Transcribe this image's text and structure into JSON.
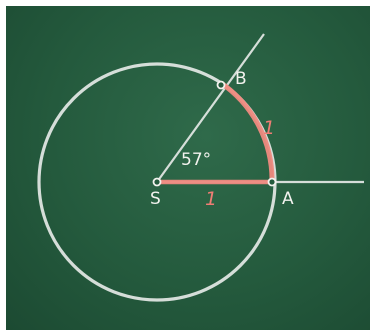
{
  "diagram": {
    "labels": {
      "center": "S",
      "point_a": "A",
      "point_b": "B",
      "angle": "57°",
      "radius_length": "1",
      "arc_length": "1"
    },
    "colors": {
      "board": "#245a3d",
      "chalk_white": "#f2f2ee",
      "chalk_red": "#ef7d74"
    }
  }
}
